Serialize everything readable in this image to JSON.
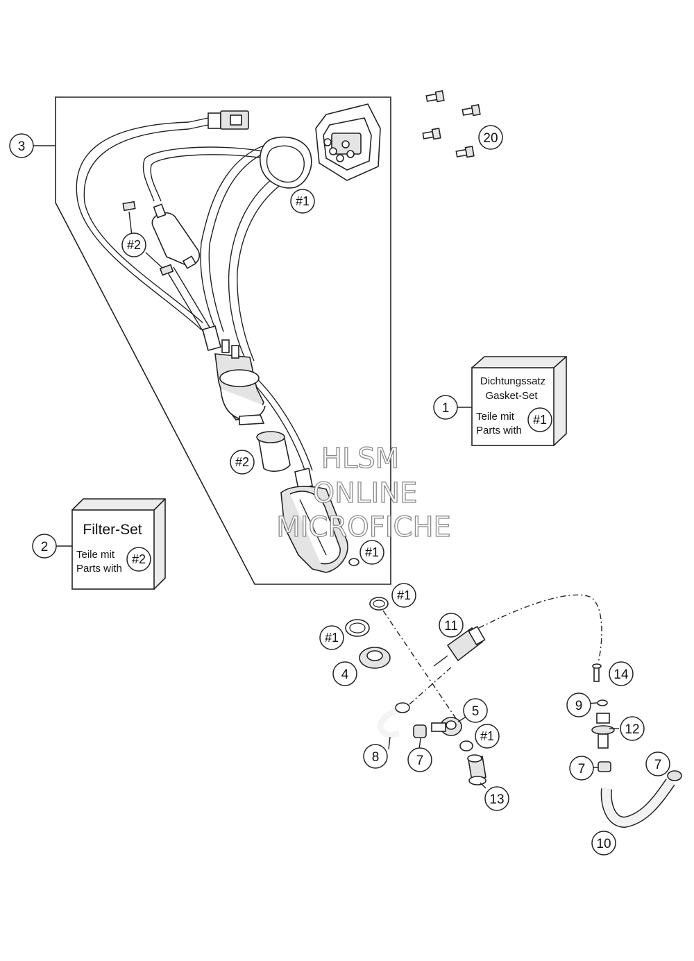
{
  "callouts": [
    {
      "id": "c1",
      "text": "1"
    },
    {
      "id": "c2",
      "text": "2"
    },
    {
      "id": "c3",
      "text": "3"
    },
    {
      "id": "c4",
      "text": "4"
    },
    {
      "id": "c5",
      "text": "5"
    },
    {
      "id": "c7a",
      "text": "7"
    },
    {
      "id": "c7b",
      "text": "7"
    },
    {
      "id": "c7c",
      "text": "7"
    },
    {
      "id": "c8",
      "text": "8"
    },
    {
      "id": "c9",
      "text": "9"
    },
    {
      "id": "c10",
      "text": "10"
    },
    {
      "id": "c11",
      "text": "11"
    },
    {
      "id": "c12",
      "text": "12"
    },
    {
      "id": "c13",
      "text": "13"
    },
    {
      "id": "c14",
      "text": "14"
    },
    {
      "id": "c20",
      "text": "20"
    }
  ],
  "refs": {
    "gasket_ref": "#1",
    "filter_ref": "#2"
  },
  "boxes": {
    "gasket_set": {
      "line1": "Dichtungssatz",
      "line2": "Gasket-Set",
      "line3": "Teile mit",
      "line4": "Parts with",
      "ref": "#1"
    },
    "filter_set": {
      "title": "Filter-Set",
      "line1": "Teile mit",
      "line2": "Parts with",
      "ref": "#2"
    }
  },
  "watermark": {
    "line1": "HLSM",
    "line2": "ONLINE",
    "line3": "MICROFICHE"
  }
}
